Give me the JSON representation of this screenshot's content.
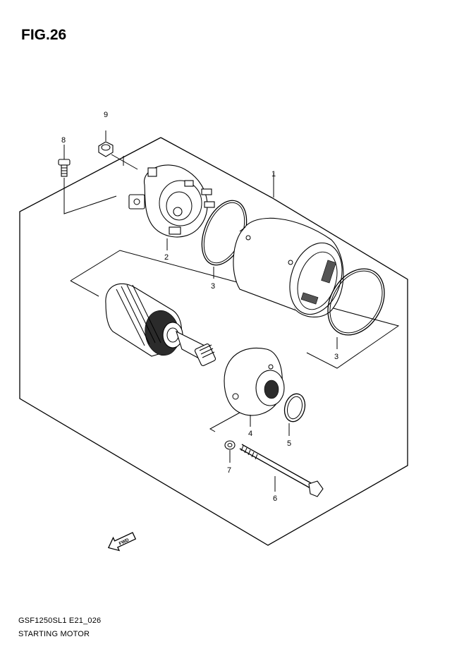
{
  "figure": {
    "title": "FIG.26"
  },
  "callouts": [
    {
      "id": "1",
      "label": "1"
    },
    {
      "id": "2",
      "label": "2"
    },
    {
      "id": "3a",
      "label": "3"
    },
    {
      "id": "3b",
      "label": "3"
    },
    {
      "id": "4",
      "label": "4"
    },
    {
      "id": "5",
      "label": "5"
    },
    {
      "id": "6",
      "label": "6"
    },
    {
      "id": "7",
      "label": "7"
    },
    {
      "id": "8",
      "label": "8"
    },
    {
      "id": "9",
      "label": "9"
    }
  ],
  "fwd_marker": {
    "label": "FWD",
    "icon": "fwd-arrow-icon"
  },
  "footer": {
    "drawing_code": "GSF1250SL1 E21_026",
    "drawing_name": "STARTING MOTOR"
  }
}
